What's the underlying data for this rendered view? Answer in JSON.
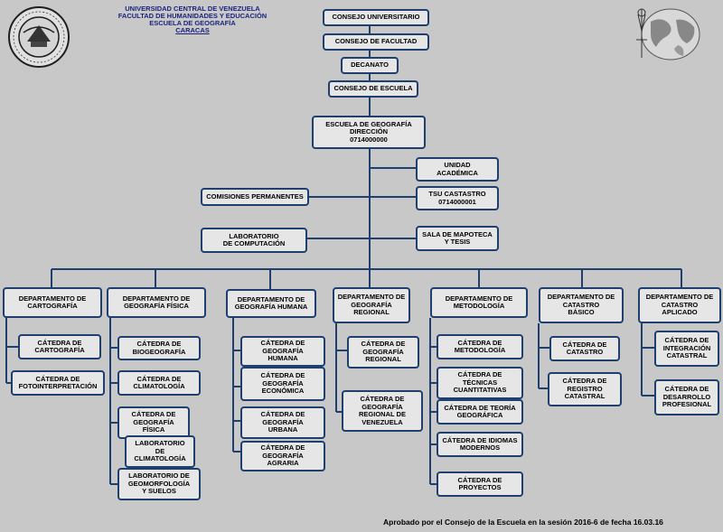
{
  "header": {
    "lines": [
      "UNIVERSIDAD CENTRAL DE VENEZUELA",
      "FACULTAD DE HUMANIDADES Y EDUCACIÓN",
      "ESCUELA DE GEOGRAFÍA",
      "CARACAS"
    ]
  },
  "seal": {
    "icon": "university-seal-icon",
    "text_top": "UNIVERSIDAD CENTRAL",
    "text_bottom": "CARACAS VENEZUELA"
  },
  "globe": {
    "icon": "globe-compass-icon"
  },
  "top_chain": {
    "consejo_universitario": "CONSEJO UNIVERSITARIO",
    "consejo_facultad": "CONSEJO DE FACULTAD",
    "decanato": "DECANATO",
    "consejo_escuela": "CONSEJO DE ESCUELA",
    "direccion": [
      "ESCUELA DE GEOGRAFÍA",
      "DIRECCIÓN",
      "0714000000"
    ]
  },
  "staff": {
    "unidad_academica": [
      "UNIDAD",
      "ACADÉMICA"
    ],
    "comisiones": [
      "COMISIONES PERMANENTES"
    ],
    "tsu_catastro": [
      "TSU  CASTASTRO",
      "0714000001"
    ],
    "laboratorio_computacion": [
      "LABORATORIO",
      "DE COMPUTACIÓN"
    ],
    "sala_mapoteca": [
      "SALA DE MAPOTECA",
      "Y TESIS"
    ]
  },
  "departments": [
    {
      "name": [
        "DEPARTAMENTO DE",
        "CARTOGRAFÍA"
      ],
      "units": [
        [
          "CÁTEDRA DE",
          "CARTOGRAFÍA"
        ],
        [
          "CÁTEDRA DE",
          "FOTOINTERPRETACIÓN"
        ]
      ]
    },
    {
      "name": [
        "DEPARTAMENTO DE",
        "GEOGRAFÍA FÍSICA"
      ],
      "units": [
        [
          "CÁTEDRA DE",
          "BIOGEOGRAFÍA"
        ],
        [
          "CÁTEDRA DE",
          "CLIMATOLOGÍA"
        ],
        [
          "CÁTEDRA DE",
          "GEOGRAFÍA",
          "FÍSICA"
        ],
        [
          "LABORATORIO",
          "DE",
          "CLIMATOLOGÍA"
        ],
        [
          "LABORATORIO DE",
          "GEOMORFOLOGÍA",
          "Y SUELOS"
        ]
      ]
    },
    {
      "name": [
        "DEPARTAMENTO DE",
        "GEOGRAFÍA HUMANA"
      ],
      "units": [
        [
          "CÁTEDRA DE",
          "GEOGRAFÍA",
          "HUMANA"
        ],
        [
          "CÁTEDRA DE",
          "GEOGRAFÍA",
          "ECONÓMICA"
        ],
        [
          "CÁTEDRA DE",
          "GEOGRAFÍA",
          "URBANA"
        ],
        [
          "CÁTEDRA DE",
          "GEOGRAFÍA",
          "AGRARIA"
        ]
      ]
    },
    {
      "name": [
        "DEPARTAMENTO DE",
        "GEOGRAFÍA",
        "REGIONAL"
      ],
      "units": [
        [
          "CÁTEDRA DE",
          "GEOGRAFÍA",
          "REGIONAL"
        ],
        [
          "CÁTEDRA DE",
          "GEOGRAFÍA",
          "REGIONAL DE",
          "VENEZUELA"
        ]
      ]
    },
    {
      "name": [
        "DEPARTAMENTO DE",
        "METODOLOGÍA"
      ],
      "units": [
        [
          "CÁTEDRA DE",
          "METODOLOGÍA"
        ],
        [
          "CÁTEDRA  DE",
          "TÉCNICAS",
          "CUANTITATIVAS"
        ],
        [
          "CÁTEDRA DE TEORÍA",
          "GEOGRÁFICA"
        ],
        [
          "CÁTEDRA DE IDIOMAS",
          "MODERNOS"
        ],
        [
          "CÁTEDRA DE",
          "PROYECTOS"
        ]
      ]
    },
    {
      "name": [
        "DEPARTAMENTO DE",
        "CATASTRO",
        "BÁSICO"
      ],
      "units": [
        [
          "CÁTEDRA DE",
          "CATASTRO"
        ],
        [
          "CÁTEDRA DE",
          "REGISTRO",
          "CATASTRAL"
        ]
      ]
    },
    {
      "name": [
        "DEPARTAMENTO DE",
        "CATASTRO",
        "APLICADO"
      ],
      "units": [
        [
          "CÁTEDRA DE",
          "INTEGRACIÓN",
          "CATASTRAL"
        ],
        [
          "CÁTEDRA DE",
          "DESARROLLO",
          "PROFESIONAL"
        ]
      ]
    }
  ],
  "footer": "Aprobado por el Consejo de la Escuela en la sesión 2016-6 de fecha 16.03.16",
  "colors": {
    "border": "#1f3f6e",
    "line": "#1f3f6e",
    "box_fill": "#e6e6e6",
    "background": "#c8c8c8",
    "header_text": "#1a237e"
  }
}
